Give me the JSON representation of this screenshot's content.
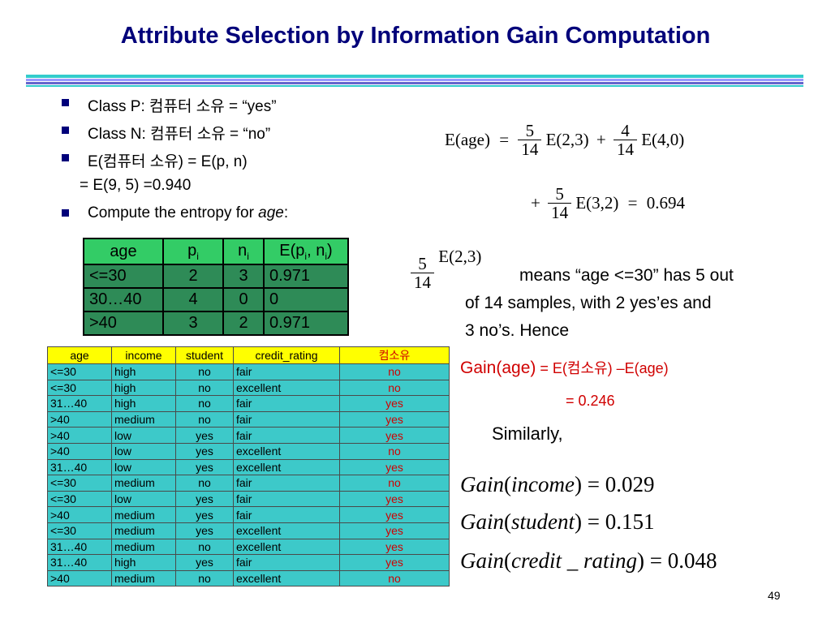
{
  "title": "Attribute Selection by Information Gain Computation",
  "colors": {
    "title": "#00007a",
    "accent_red": "#d00000",
    "table_green": "#2e8b57",
    "table_cyan": "#3dc9c9",
    "header_yellow": "#ffff00"
  },
  "bullets": [
    {
      "text": "Class P: 컴퓨터 소유 = “yes”",
      "marker": true
    },
    {
      "text": "Class N: 컴퓨터 소유 = “no”",
      "marker": true
    },
    {
      "text": "E(컴퓨터 소유) = E(p, n)",
      "marker": true
    },
    {
      "text": "= E(9, 5) =0.940",
      "marker": false
    },
    {
      "text_plain": "Compute the entropy for ",
      "text_italic": "age",
      "text_end": ":",
      "marker": true
    }
  ],
  "entropy_table": {
    "headers": {
      "c0": "age",
      "c1_base": "p",
      "c1_sub": "i",
      "c2_base": "n",
      "c2_sub": "i",
      "c3_a": "E(p",
      "c3_sub1": "i",
      "c3_b": ", n",
      "c3_sub2": "i",
      "c3_c": ")"
    },
    "rows": [
      [
        "<=30",
        "2",
        "3",
        "0.971"
      ],
      [
        "30…40",
        "4",
        "0",
        "0"
      ],
      [
        ">40",
        "3",
        "2",
        "0.971"
      ]
    ]
  },
  "data_table": {
    "headers": [
      "age",
      "income",
      "student",
      "credit_rating",
      "컴소유"
    ],
    "rows": [
      [
        "<=30",
        "high",
        "no",
        "fair",
        "no"
      ],
      [
        "<=30",
        "high",
        "no",
        "excellent",
        "no"
      ],
      [
        "31…40",
        "high",
        "no",
        "fair",
        "yes"
      ],
      [
        ">40",
        "medium",
        "no",
        "fair",
        "yes"
      ],
      [
        ">40",
        "low",
        "yes",
        "fair",
        "yes"
      ],
      [
        ">40",
        "low",
        "yes",
        "excellent",
        "no"
      ],
      [
        "31…40",
        "low",
        "yes",
        "excellent",
        "yes"
      ],
      [
        "<=30",
        "medium",
        "no",
        "fair",
        "no"
      ],
      [
        "<=30",
        "low",
        "yes",
        "fair",
        "yes"
      ],
      [
        ">40",
        "medium",
        "yes",
        "fair",
        "yes"
      ],
      [
        "<=30",
        "medium",
        "yes",
        "excellent",
        "yes"
      ],
      [
        "31…40",
        "medium",
        "no",
        "excellent",
        "yes"
      ],
      [
        "31…40",
        "high",
        "yes",
        "fair",
        "yes"
      ],
      [
        ">40",
        "medium",
        "no",
        "excellent",
        "no"
      ]
    ]
  },
  "formula_age": {
    "lhs": "E(age)",
    "eq": "=",
    "f1_num": "5",
    "f1_den": "14",
    "t1": "E(2,3)",
    "plus": "+",
    "f2_num": "4",
    "f2_den": "14",
    "t2": "E(4,0)",
    "plus2": "+",
    "f3_num": "5",
    "f3_den": "14",
    "t3": "E(3,2)",
    "eq2": "=",
    "result": "0.694"
  },
  "explanation": {
    "f_num": "5",
    "f_den": "14",
    "term": "E(2,3)",
    "line1": "means “age <=30” has 5 out",
    "line2": "of 14 samples, with 2 yes’es  and",
    "line3": "3 no’s.   Hence"
  },
  "gain_age": {
    "label": "Gain(age)",
    "rest": " = E(컴소유) –E(age)",
    "result": "= 0.246"
  },
  "similarly": "Similarly,",
  "gains": [
    {
      "fn": "Gain",
      "arg": "income",
      "value": "0.029"
    },
    {
      "fn": "Gain",
      "arg": "student",
      "value": "0.151"
    },
    {
      "fn": "Gain",
      "arg": "credit _ rating",
      "value": "0.048"
    }
  ],
  "page_number": "49"
}
